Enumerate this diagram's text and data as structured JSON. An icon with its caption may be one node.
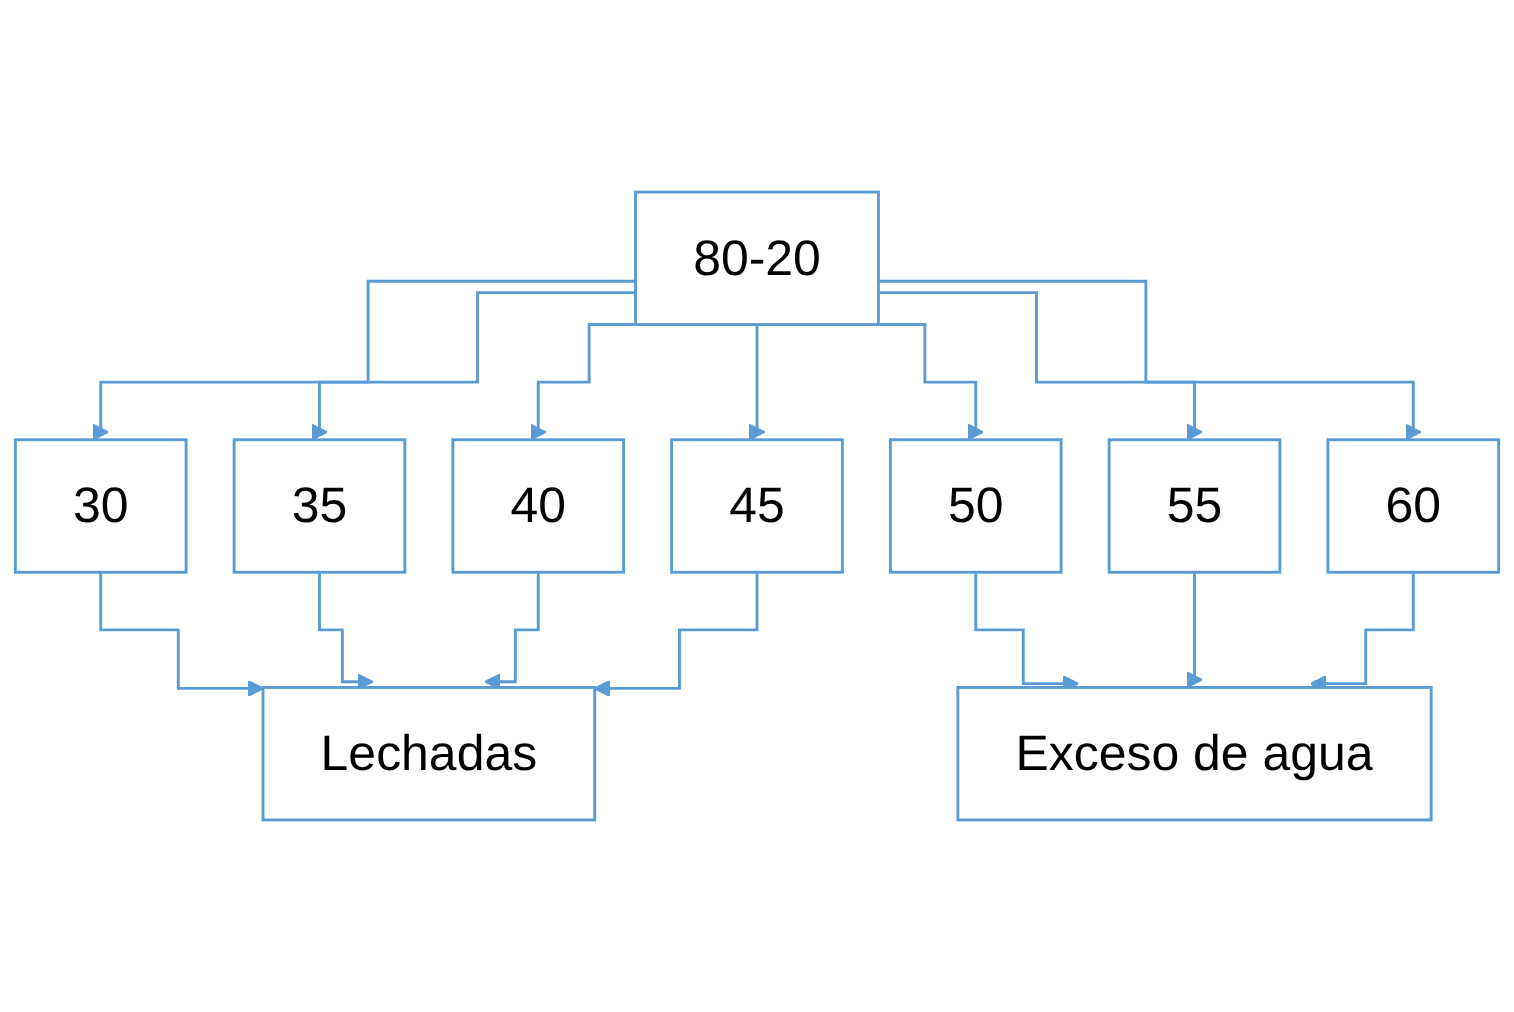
{
  "diagram": {
    "nodes": [
      {
        "text": [
          "80-20"
        ]
      },
      {
        "text": [
          "30"
        ]
      },
      {
        "text": [
          "35"
        ]
      },
      {
        "text": [
          "40"
        ]
      },
      {
        "text": [
          "45"
        ]
      },
      {
        "text": [
          "50"
        ]
      },
      {
        "text": [
          "55"
        ]
      },
      {
        "text": [
          "60"
        ]
      },
      {
        "text": [
          "Lechadas"
        ]
      },
      {
        "text": [
          "Exceso de agua"
        ]
      }
    ],
    "edges": [
      {
        "from": 0,
        "to": 1,
        "arrow": "to"
      },
      {
        "from": 0,
        "to": 2,
        "arrow": "to"
      },
      {
        "from": 0,
        "to": 3,
        "arrow": "to"
      },
      {
        "from": 0,
        "to": 4,
        "arrow": "to"
      },
      {
        "from": 0,
        "to": 5,
        "arrow": "to"
      },
      {
        "from": 0,
        "to": 6,
        "arrow": "to"
      },
      {
        "from": 0,
        "to": 7,
        "arrow": "to"
      },
      {
        "from": 1,
        "to": 8,
        "arrow": "to"
      },
      {
        "from": 2,
        "to": 8,
        "arrow": "to"
      },
      {
        "from": 3,
        "to": 8,
        "arrow": "to"
      },
      {
        "from": 4,
        "to": 8,
        "arrow": "to"
      },
      {
        "from": 5,
        "to": 9,
        "arrow": "to"
      },
      {
        "from": 6,
        "to": 9,
        "arrow": "to"
      },
      {
        "from": 7,
        "to": 9,
        "arrow": "to"
      }
    ]
  }
}
